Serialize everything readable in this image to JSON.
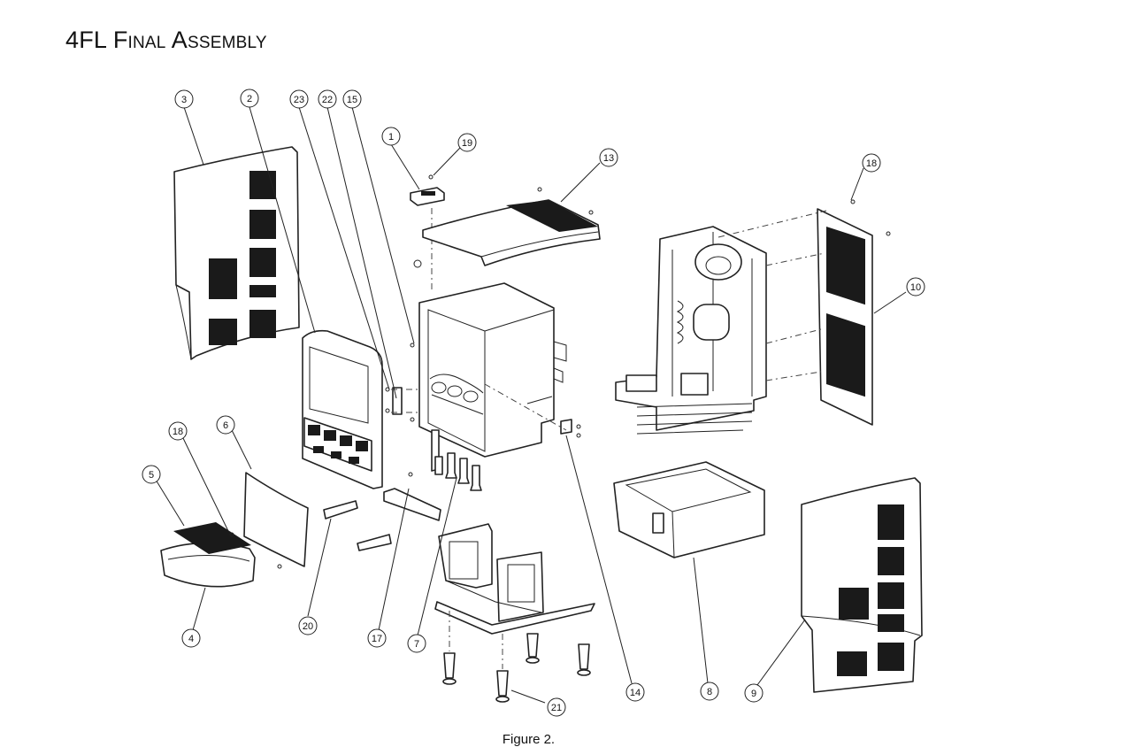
{
  "title": {
    "prefix": "4FL",
    "rest": "Final Assembly"
  },
  "caption": "Figure 2.",
  "callouts": [
    {
      "label": "3"
    },
    {
      "label": "2"
    },
    {
      "label": "23"
    },
    {
      "label": "22"
    },
    {
      "label": "15"
    },
    {
      "label": "1"
    },
    {
      "label": "19"
    },
    {
      "label": "13"
    },
    {
      "label": "18"
    },
    {
      "label": "10"
    },
    {
      "label": "18"
    },
    {
      "label": "6"
    },
    {
      "label": "5"
    },
    {
      "label": "4"
    },
    {
      "label": "20"
    },
    {
      "label": "17"
    },
    {
      "label": "7"
    },
    {
      "label": "14"
    },
    {
      "label": "8"
    },
    {
      "label": "9"
    },
    {
      "label": "21"
    }
  ]
}
